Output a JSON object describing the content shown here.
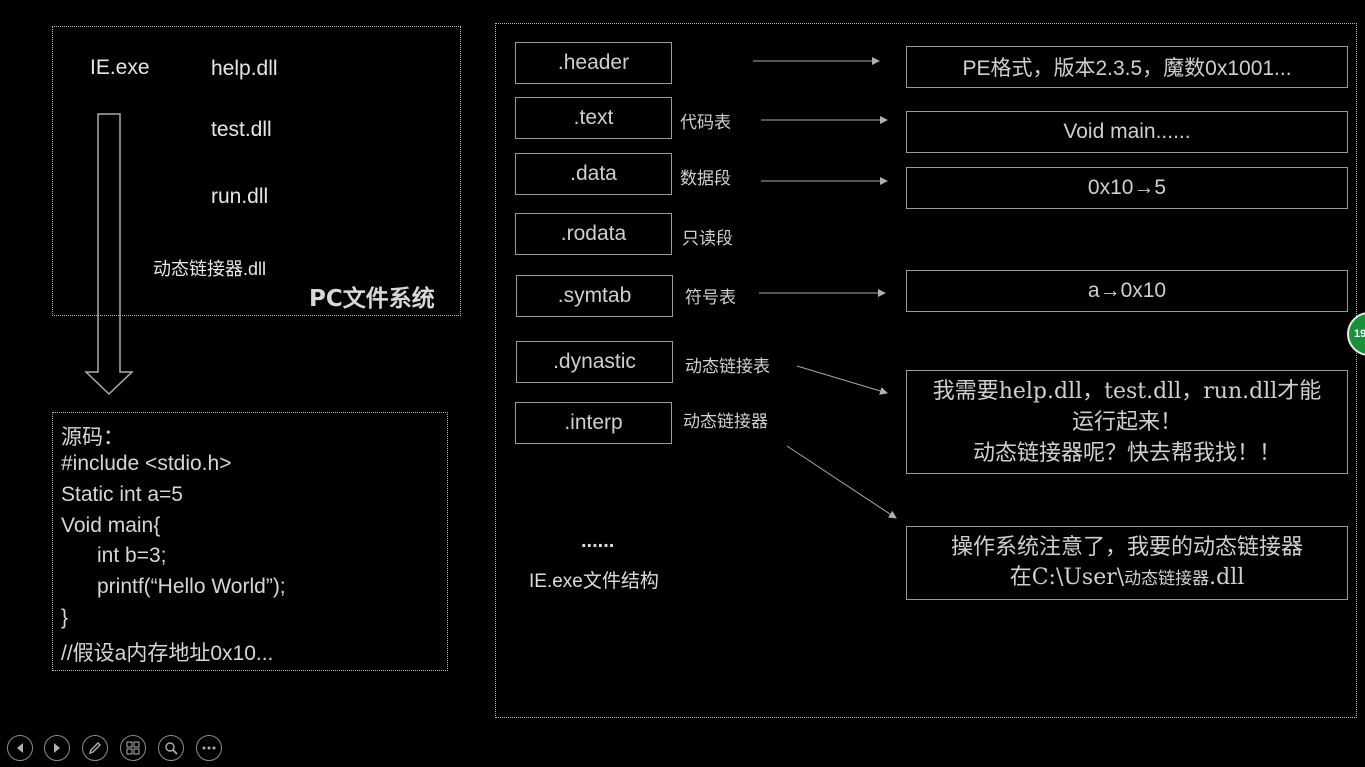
{
  "fs_panel": {
    "files": [
      "IE.exe",
      "help.dll",
      "test.dll",
      "run.dll",
      "动态链接器.dll"
    ],
    "caption": "PC文件系统"
  },
  "source_panel": {
    "lines": [
      "源码：",
      "#include <stdio.h>",
      "Static int a=5",
      "Void main{",
      "int b=3;",
      "printf(“Hello World”);",
      "}",
      "//假设a内存地址0x10..."
    ]
  },
  "structure": {
    "segments": [
      ".header",
      ".text",
      ".data",
      ".rodata",
      ".symtab",
      ".dynastic",
      ".interp"
    ],
    "annotations": [
      "代码表",
      "数据段",
      "只读段",
      "符号表",
      "动态链接表",
      "动态链接器"
    ],
    "ellipsis": "......",
    "caption": "IE.exe文件结构"
  },
  "descriptions": {
    "header": "PE格式，版本2.3.5，魔数0x1001...",
    "text": "Void main......",
    "data": "0x10→5",
    "symtab": "a→0x10",
    "dynastic_lines": [
      "我需要help.dll，test.dll，run.dll才能",
      "运行起来！",
      "动态链接器呢？快去帮我找！！"
    ],
    "interp_line1": "操作系统注意了，我要的动态链接器",
    "interp_line2_prefix": "在C:\\User\\",
    "interp_line2_small": "动态链接器",
    "interp_line2_suffix": ".dll"
  },
  "side_badge": "19",
  "controls": [
    "previous-icon",
    "next-icon",
    "pen-icon",
    "slides-icon",
    "zoom-icon",
    "more-icon"
  ]
}
